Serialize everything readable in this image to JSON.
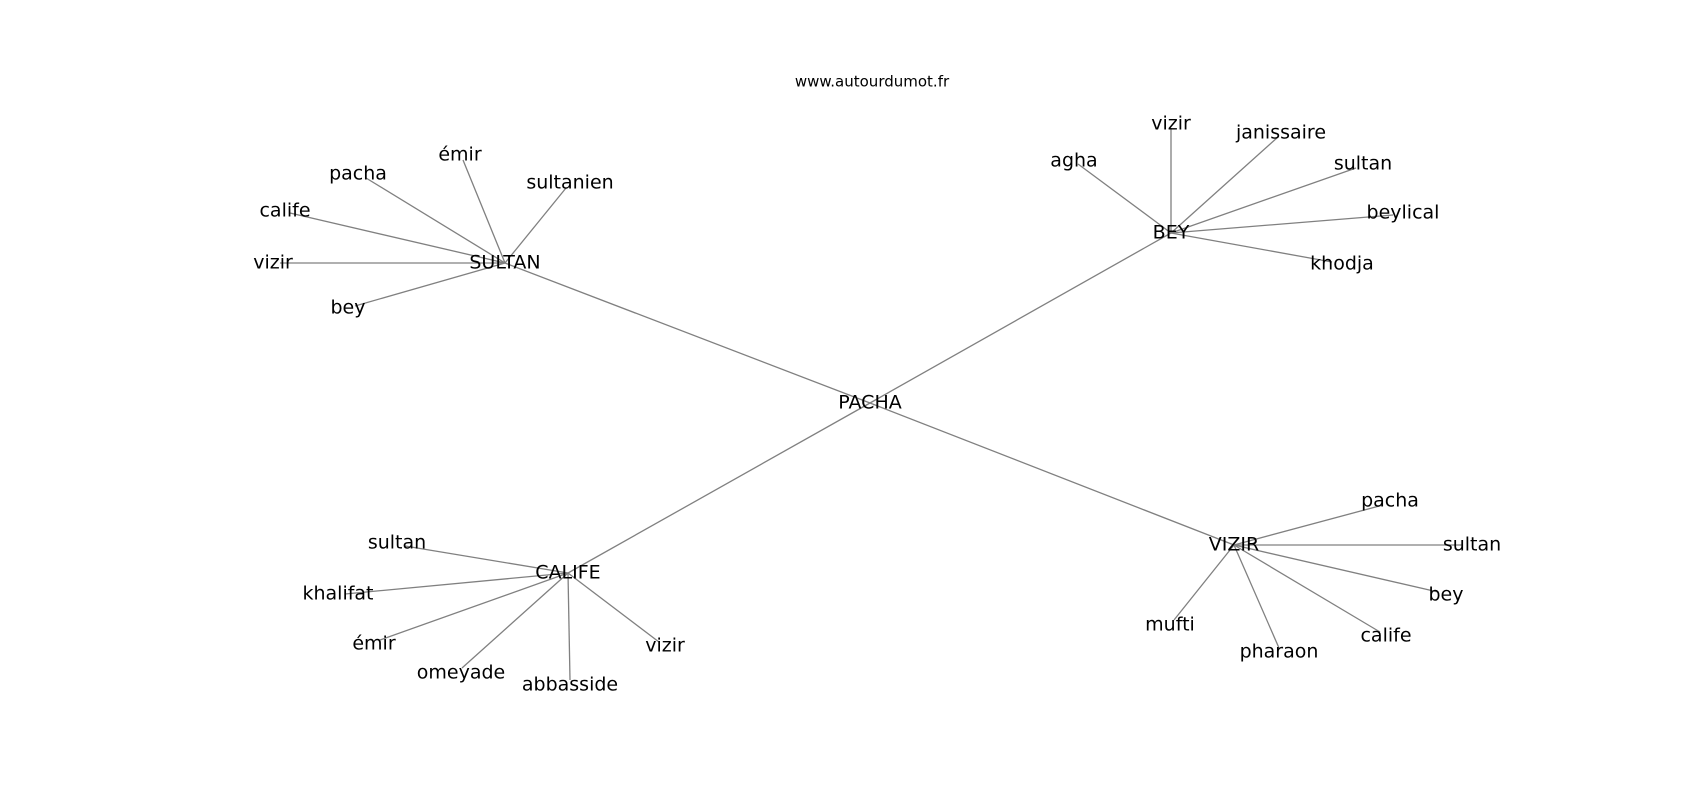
{
  "source": "www.autourdumot.fr",
  "center": "PACHA",
  "hubs": [
    {
      "id": "sultan",
      "label": "SULTAN",
      "words": [
        "émir",
        "pacha",
        "sultanien",
        "calife",
        "vizir",
        "bey"
      ]
    },
    {
      "id": "bey",
      "label": "BEY",
      "words": [
        "vizir",
        "agha",
        "janissaire",
        "sultan",
        "beylical",
        "khodja"
      ]
    },
    {
      "id": "calife",
      "label": "CALIFE",
      "words": [
        "sultan",
        "khalifat",
        "émir",
        "omeyade",
        "abbasside",
        "vizir"
      ]
    },
    {
      "id": "vizir",
      "label": "VIZIR",
      "words": [
        "pacha",
        "sultan",
        "bey",
        "mufti",
        "calife",
        "pharaon"
      ]
    }
  ]
}
